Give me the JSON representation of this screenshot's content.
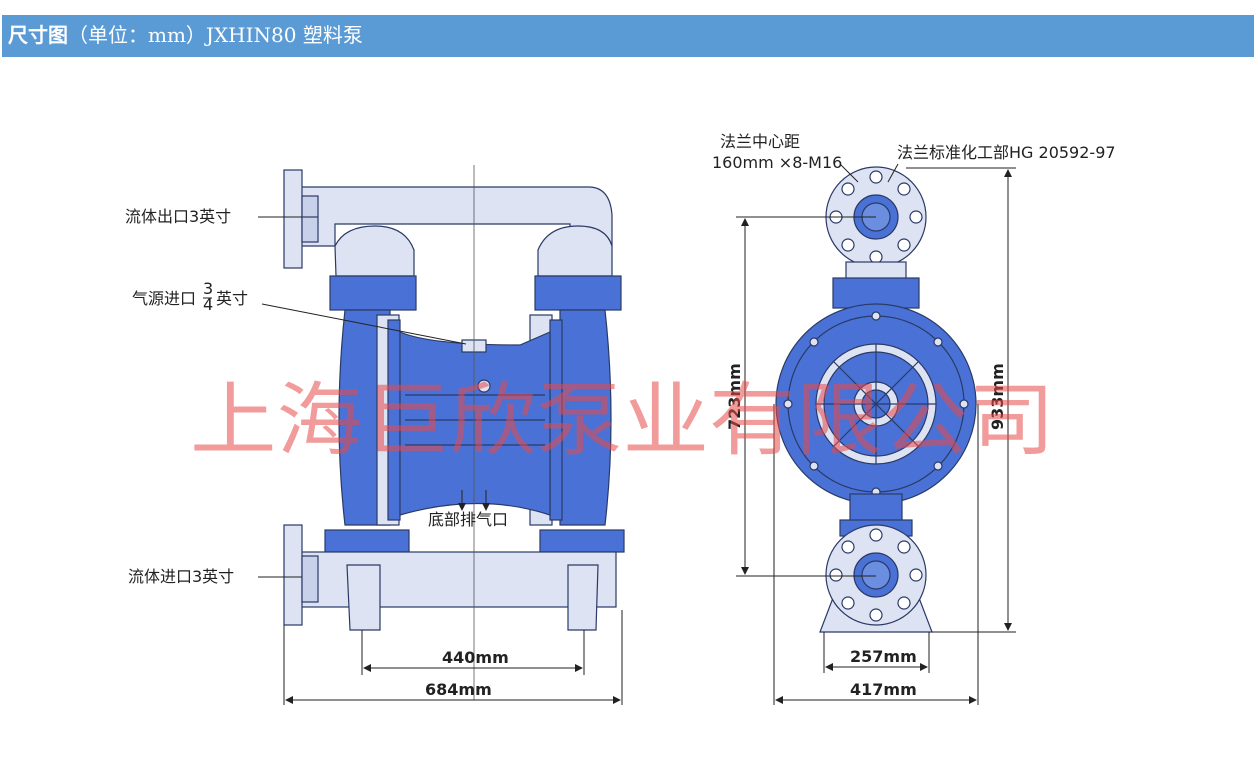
{
  "header": {
    "title_bold": "尺寸图",
    "title_rest": "（单位：mm）JXHIN80 塑料泵"
  },
  "front_view": {
    "outlet_label": "流体出口3英寸",
    "air_inlet_label_prefix": "气源进口",
    "air_inlet_frac_num": "3",
    "air_inlet_frac_den": "4",
    "air_inlet_label_suffix": "英寸",
    "exhaust_label": "底部排气口",
    "inlet_label": "流体进口3英寸",
    "dim_inner_width": "440mm",
    "dim_outer_width": "684mm"
  },
  "side_view": {
    "flange_spacing_label": "法兰中心距",
    "flange_spec_label": "160mm ×8-M16",
    "flange_standard_label": "法兰标准化工部HG 20592-97",
    "dim_center_height": "723mm",
    "dim_total_height": "933mm",
    "dim_base_width": "257mm",
    "dim_total_width": "417mm"
  },
  "watermark": "上海巨欣泵业有限公司",
  "colors": {
    "header_bg": "#5b9bd5",
    "pump_body": "#4a72d6",
    "pump_light": "#dde3f3",
    "watermark": "#e84848"
  }
}
